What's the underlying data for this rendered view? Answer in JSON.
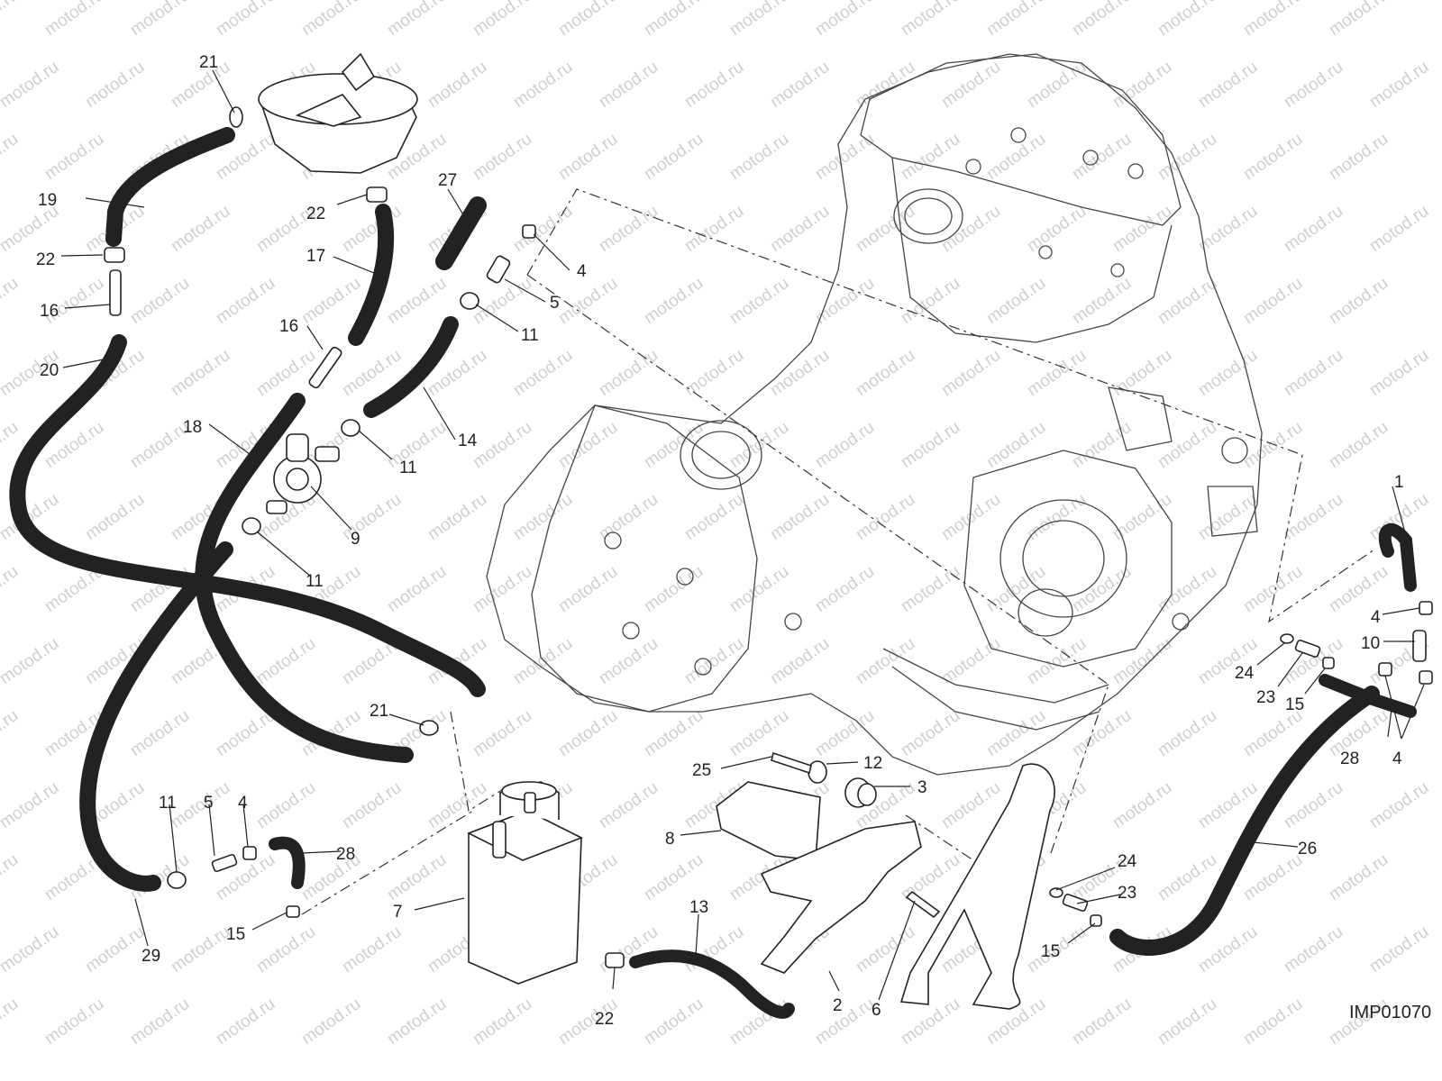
{
  "watermark": "motod.ru",
  "image_code": "IMP01070",
  "callouts": [
    "1",
    "2",
    "3",
    "4",
    "5",
    "6",
    "7",
    "8",
    "9",
    "10",
    "11",
    "12",
    "13",
    "14",
    "15",
    "16",
    "17",
    "18",
    "19",
    "20",
    "21",
    "22",
    "23",
    "24",
    "25",
    "26",
    "27",
    "28",
    "29"
  ]
}
